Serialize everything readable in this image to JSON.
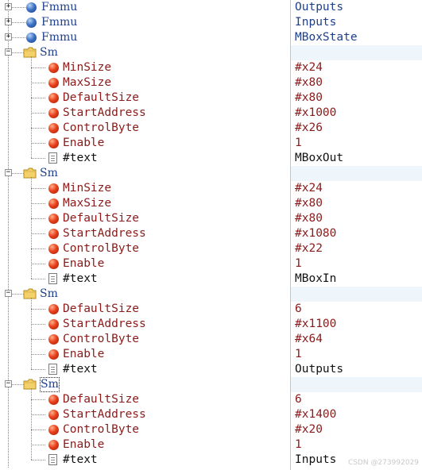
{
  "rows": [
    {
      "kind": "fmmu",
      "label": "Fmmu",
      "value": "Outputs"
    },
    {
      "kind": "fmmu",
      "label": "Fmmu",
      "value": "Inputs"
    },
    {
      "kind": "fmmu",
      "label": "Fmmu",
      "value": "MBoxState"
    },
    {
      "kind": "sm",
      "label": "Sm",
      "value": ""
    },
    {
      "kind": "attr",
      "label": "MinSize",
      "value": "#x24"
    },
    {
      "kind": "attr",
      "label": "MaxSize",
      "value": "#x80"
    },
    {
      "kind": "attr",
      "label": "DefaultSize",
      "value": "#x80"
    },
    {
      "kind": "attr",
      "label": "StartAddress",
      "value": "#x1000"
    },
    {
      "kind": "attr",
      "label": "ControlByte",
      "value": "#x26"
    },
    {
      "kind": "attr",
      "label": "Enable",
      "value": "1"
    },
    {
      "kind": "text",
      "label": "#text",
      "value": "MBoxOut",
      "last": true
    },
    {
      "kind": "sm",
      "label": "Sm",
      "value": ""
    },
    {
      "kind": "attr",
      "label": "MinSize",
      "value": "#x24"
    },
    {
      "kind": "attr",
      "label": "MaxSize",
      "value": "#x80"
    },
    {
      "kind": "attr",
      "label": "DefaultSize",
      "value": "#x80"
    },
    {
      "kind": "attr",
      "label": "StartAddress",
      "value": "#x1080"
    },
    {
      "kind": "attr",
      "label": "ControlByte",
      "value": "#x22"
    },
    {
      "kind": "attr",
      "label": "Enable",
      "value": "1"
    },
    {
      "kind": "text",
      "label": "#text",
      "value": "MBoxIn",
      "last": true
    },
    {
      "kind": "sm",
      "label": "Sm",
      "value": ""
    },
    {
      "kind": "attr",
      "label": "DefaultSize",
      "value": "6"
    },
    {
      "kind": "attr",
      "label": "StartAddress",
      "value": "#x1100"
    },
    {
      "kind": "attr",
      "label": "ControlByte",
      "value": "#x64"
    },
    {
      "kind": "attr",
      "label": "Enable",
      "value": "1"
    },
    {
      "kind": "text",
      "label": "#text",
      "value": "Outputs",
      "last": true
    },
    {
      "kind": "sm",
      "label": "Sm",
      "value": "",
      "selected": true
    },
    {
      "kind": "attr",
      "label": "DefaultSize",
      "value": "6"
    },
    {
      "kind": "attr",
      "label": "StartAddress",
      "value": "#x1400"
    },
    {
      "kind": "attr",
      "label": "ControlByte",
      "value": "#x20"
    },
    {
      "kind": "attr",
      "label": "Enable",
      "value": "1"
    },
    {
      "kind": "text",
      "label": "#text",
      "value": "Inputs",
      "last": true
    }
  ],
  "icons": {
    "fmmu": "element-node-icon",
    "sm": "folder-icon",
    "attr": "attribute-icon",
    "text": "text-node-icon"
  },
  "colors": {
    "node_name": "#1e3f8c",
    "attribute_name": "#8b1a1a",
    "text_value": "#111111",
    "folder": "#e7c35a"
  },
  "watermark": "CSDN @273992029"
}
